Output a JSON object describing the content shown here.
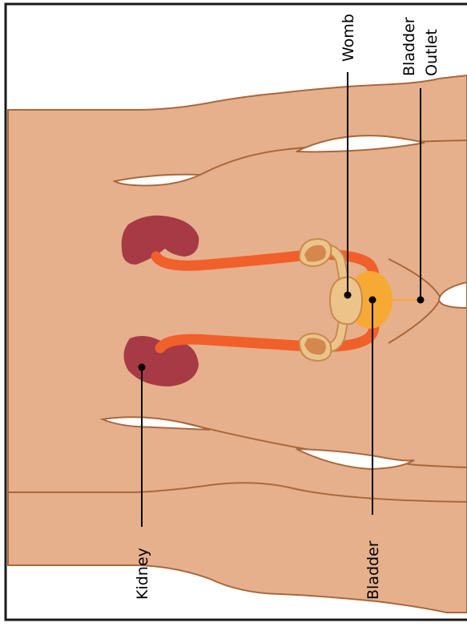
{
  "labels": {
    "kidney": "Kidney",
    "bladder": "Bladder",
    "womb": "Womb",
    "bladder_outlet_line1": "Bladder",
    "bladder_outlet_line2": "Outlet"
  },
  "colors": {
    "skin": "#e6b08d",
    "skin_outline": "#a8683c",
    "kidney": "#a83a46",
    "ureter": "#f15f2b",
    "bladder": "#f7a935",
    "womb": "#ecc489",
    "womb_outline": "#c88a4e",
    "ovary_inner": "#d4874f",
    "frame": "#1a1a1a",
    "leader": "#000000"
  }
}
